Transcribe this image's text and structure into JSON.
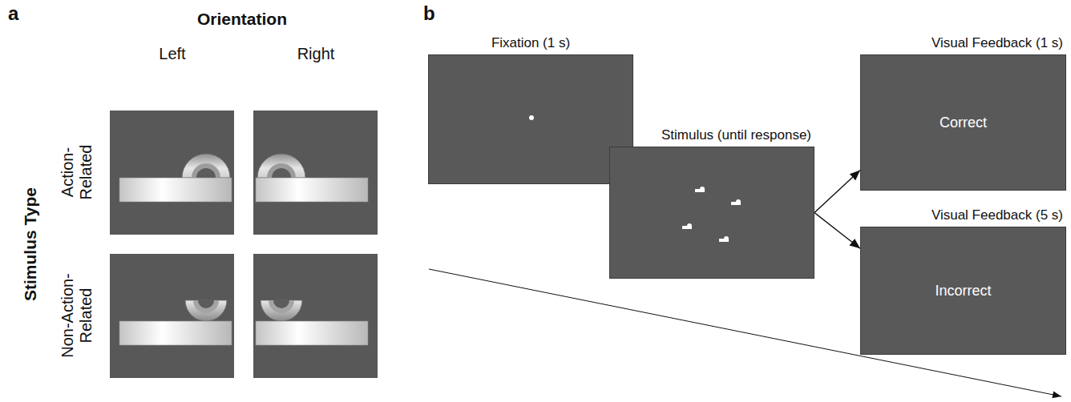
{
  "diagram": {
    "nodes": [
      {
        "text": [
          "Fixation (1 s)"
        ]
      },
      {
        "text": [
          "Stimulus (until response)"
        ]
      },
      {
        "text": [
          "Visual Feedback (1 s)",
          "Correct"
        ]
      },
      {
        "text": [
          "Visual Feedback (5 s)",
          "Incorrect"
        ]
      }
    ],
    "edges": [
      {
        "from": 1,
        "to": 2,
        "arrow": "to"
      },
      {
        "from": 1,
        "to": 3,
        "arrow": "to"
      }
    ],
    "labels": [
      "a",
      "Orientation",
      "Left",
      "Right",
      "Stimulus Type",
      "Action- Related",
      "Non-Action- Related",
      "b"
    ]
  }
}
